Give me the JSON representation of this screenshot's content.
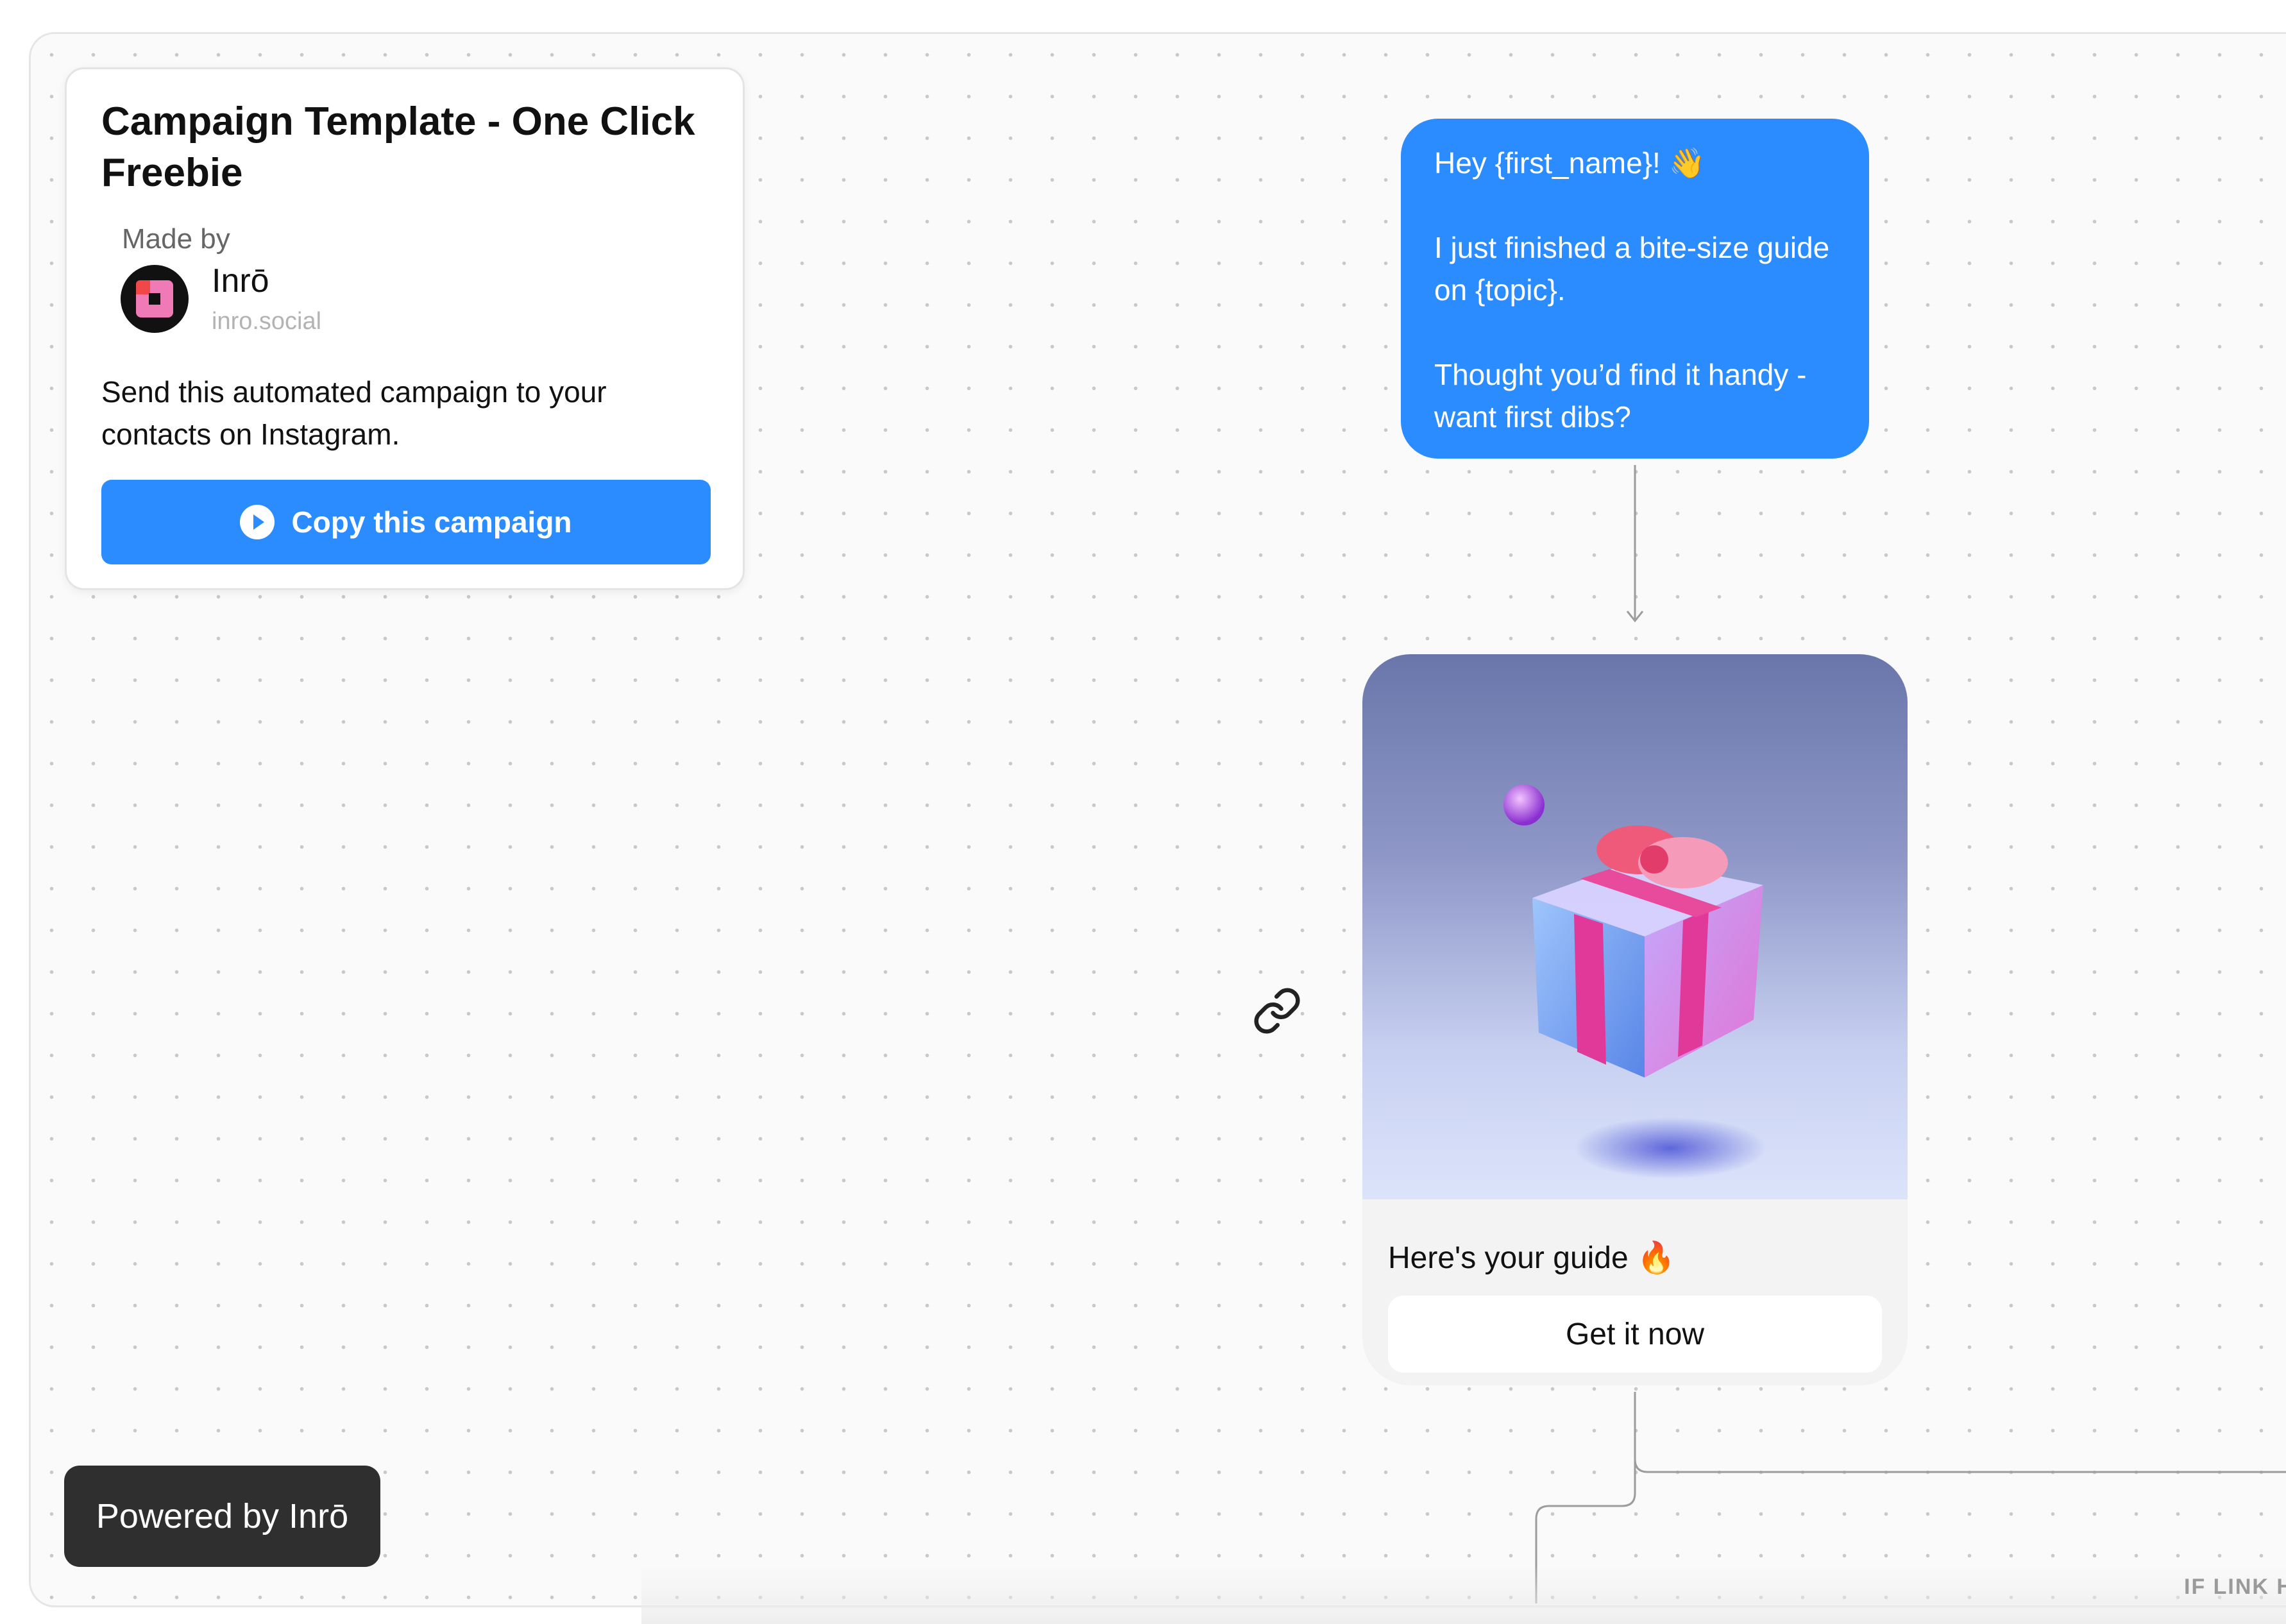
{
  "template_card": {
    "title": "Campaign Template - One Click Freebie",
    "made_by_label": "Made by",
    "author_name": "Inrō",
    "author_handle": "inro.social",
    "description": "Send this automated campaign to your contacts on Instagram.",
    "copy_button_label": "Copy this campaign",
    "copy_button_icon": "play-circle-icon"
  },
  "message_bubble": {
    "lines": [
      "Hey {first_name}! 👋",
      "I just finished a bite-size guide on {topic}.",
      "Thought you’d find it handy - want first dibs?"
    ]
  },
  "gift_card": {
    "image_icon": "gift-box-image",
    "caption": "Here's your guide 🔥",
    "button_label": "Get it now"
  },
  "link_icon": "link-icon",
  "powered_badge": "Powered by Inrō",
  "edge_label": "IF LINK H",
  "colors": {
    "accent": "#2b8cff",
    "badge_bg": "#2f2f2f",
    "canvas_bg": "#fafafa"
  }
}
